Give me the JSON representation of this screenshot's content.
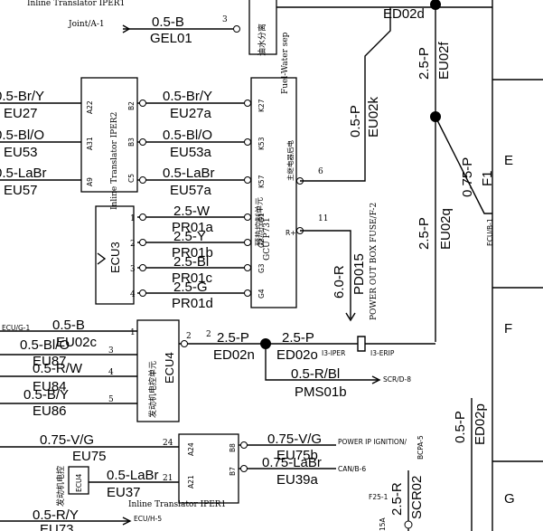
{
  "header": {
    "top_label": "Inline Translator IPER1",
    "joint_ref": "Joint/A-1",
    "w_05b": "0.5-B",
    "w_gel01": "GEL01",
    "pin3": "3"
  },
  "fuel_sep": {
    "label": "Fuel-Water sep",
    "cn": "油水分离"
  },
  "iper2": {
    "name": "Inline Translator IPER2",
    "pins": [
      "A22",
      "A31",
      "A9",
      "B2",
      "B3",
      "C5"
    ]
  },
  "left_wires": [
    {
      "gauge": "0.5-Br/Y",
      "code": "EU27"
    },
    {
      "gauge": "0.5-Bl/O",
      "code": "EU53"
    },
    {
      "gauge": "0.5-LaBr",
      "code": "EU57"
    }
  ],
  "mid_wires": [
    {
      "gauge": "0.5-Br/Y",
      "code": "EU27a"
    },
    {
      "gauge": "0.5-Bl/O",
      "code": "EU53a"
    },
    {
      "gauge": "0.5-LaBr",
      "code": "EU57a"
    }
  ],
  "ecu3": {
    "name": "ECU3",
    "pins": [
      "1",
      "2",
      "3",
      "4"
    ],
    "wires": [
      {
        "gauge": "2.5-W",
        "code": "PR01a"
      },
      {
        "gauge": "2.5-Y",
        "code": "PR01b"
      },
      {
        "gauge": "2.5-Bl",
        "code": "PR01c"
      },
      {
        "gauge": "2.5-G",
        "code": "PR01d"
      }
    ]
  },
  "gcu": {
    "name": "GCU P731",
    "cn": "预热控制单元",
    "cn2": "主继电器后电",
    "pins": [
      "K27",
      "K53",
      "K57",
      "G1",
      "G2",
      "G3",
      "G4"
    ],
    "p6": "6",
    "p11": "11",
    "p_rplus": "R+"
  },
  "right_wires": {
    "eu02k_g": "0.5-P",
    "eu02k": "EU02k",
    "eu02f_g": "2.5-P",
    "eu02f": "EU02f",
    "eu02d": "ED02d",
    "eu02q_g": "2.5-P",
    "eu02q": "EU02q",
    "f1_g": "0.75-P",
    "f1": "F1",
    "ecu_b": "ECU/B-1",
    "pd015_g": "6.0-R",
    "pd015": "PD015",
    "pob": "POWER OUT BOX FUSE/F-2",
    "ed02p_g": "0.5-P",
    "ed02p": "ED02p"
  },
  "ecu4": {
    "name": "ECU4",
    "cn": "发动机电控单元",
    "pins": [
      "1",
      "3",
      "4",
      "5",
      "2",
      "21",
      "24"
    ],
    "ref_g1": "ECU/G-1",
    "wires": [
      {
        "gauge": "0.5-B",
        "code": "EU02c"
      },
      {
        "gauge": "0.5-Bl/O",
        "code": "EU87"
      },
      {
        "gauge": "0.5-R/W",
        "code": "EU84"
      },
      {
        "gauge": "0.5-B/Y",
        "code": "EU86"
      }
    ]
  },
  "mid_bus": {
    "pin2": "2",
    "g1": "2.5-P",
    "c1": "ED02n",
    "g2": "2.5-P",
    "c2": "ED02o",
    "ref_iper": "I3-IPER",
    "ref_erip": "I3-ERIP",
    "g3": "0.5-R/Bl",
    "c3": "PMS01b",
    "ref_scr": "SCR/D-8"
  },
  "iper1": {
    "name": "Inline Translator IPER1",
    "pins": [
      "A24",
      "A21",
      "B8",
      "B7"
    ],
    "w1_g": "0.75-V/G",
    "w1_c": "EU75",
    "w2_g": "0.5-LaBr",
    "w2_c": "EU37",
    "r1_g": "0.75-V/G",
    "r1_c": "EU75b",
    "r2_g": "0.75-LaBr",
    "r2_c": "EU39a",
    "ref_power": "POWER IP IGNITION/",
    "ref_can": "CAN/B-6",
    "ref_bcpa": "BCPA-5",
    "w3_g": "0.5-R/Y",
    "w3_c": "EU73",
    "ref_ecuh": "ECU/H-5",
    "ecu_small": "ECU4",
    "ecu_cn": "发动机电控"
  },
  "bottom_right": {
    "g": "2.5-R",
    "c": "SCR02",
    "ref": "F25-1",
    "amp": "15A"
  },
  "zones": [
    "E",
    "F",
    "G"
  ]
}
